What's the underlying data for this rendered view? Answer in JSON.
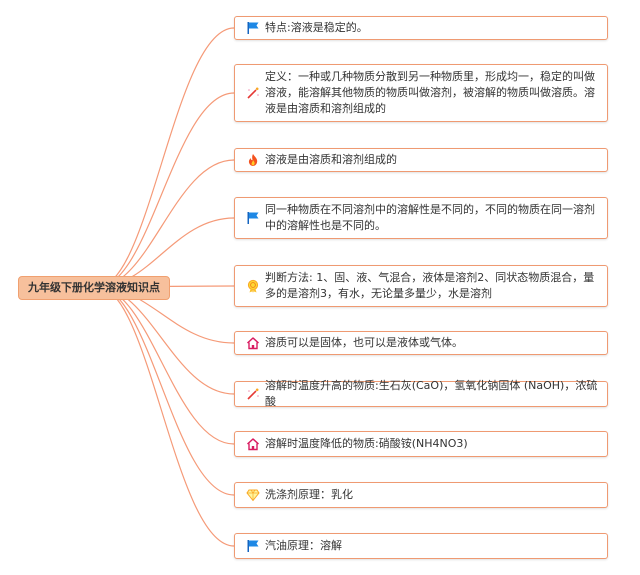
{
  "root": {
    "label": "九年级下册化学溶液知识点"
  },
  "branches": [
    {
      "icon": "blue-flag-icon",
      "text": "特点:溶液是稳定的。"
    },
    {
      "icon": "magic-wand-icon",
      "text": "定义：一种或几种物质分散到另一种物质里，形成均一，稳定的叫做溶液，能溶解其他物质的物质叫做溶剂，被溶解的物质叫做溶质。溶液是由溶质和溶剂组成的"
    },
    {
      "icon": "fire-icon",
      "text": "溶液是由溶质和溶剂组成的"
    },
    {
      "icon": "blue-flag-icon",
      "text": "同一种物质在不同溶剂中的溶解性是不同的，不同的物质在同一溶剂中的溶解性也是不同的。"
    },
    {
      "icon": "medal-icon",
      "text": "判断方法: 1、固、液、气混合，液体是溶剂2、同状态物质混合，量多的是溶剂3，有水，无论量多量少，水是溶剂"
    },
    {
      "icon": "house-icon",
      "text": "溶质可以是固体，也可以是液体或气体。"
    },
    {
      "icon": "magic-wand-icon",
      "text": "溶解时温度升高的物质:生石灰(CaO)，氢氧化钠固体 (NaOH)，浓硫酸"
    },
    {
      "icon": "house-icon",
      "text": "溶解时温度降低的物质:硝酸铵(NH4NO3)"
    },
    {
      "icon": "diamond-icon",
      "text": "洗涤剂原理：乳化"
    },
    {
      "icon": "blue-flag-icon",
      "text": "汽油原理：溶解"
    }
  ],
  "colors": {
    "connector": "#f59a78",
    "root_fill": "#f7c09c",
    "node_border": "#ef9a72"
  }
}
